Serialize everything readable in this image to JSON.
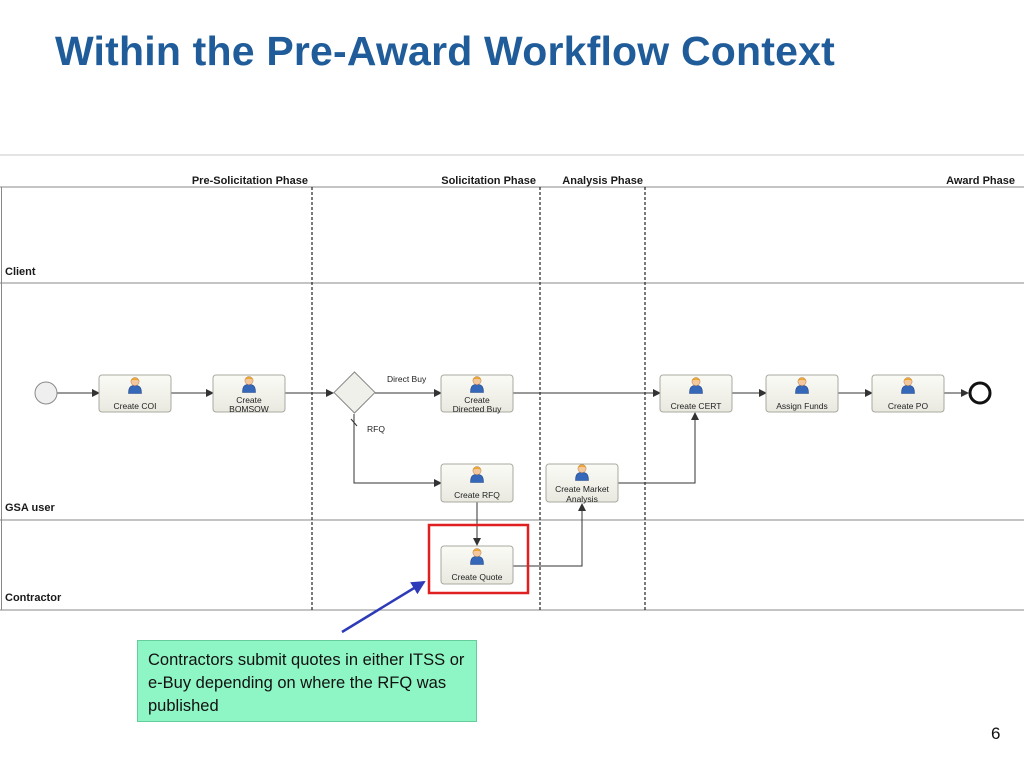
{
  "title": "Within the Pre-Award Workflow Context",
  "phases": [
    "Pre-Solicitation Phase",
    "Solicitation Phase",
    "Analysis Phase",
    "Award Phase"
  ],
  "lanes": [
    "Client",
    "GSA user",
    "Contractor"
  ],
  "tasks": {
    "create_coi": [
      "Create COI"
    ],
    "create_bomsow": [
      "Create",
      "BOMSOW"
    ],
    "create_directed_buy": [
      "Create",
      "Directed Buy"
    ],
    "create_cert": [
      "Create CERT"
    ],
    "assign_funds": [
      "Assign Funds"
    ],
    "create_po": [
      "Create PO"
    ],
    "create_rfq": [
      "Create RFQ"
    ],
    "create_market_analysis": [
      "Create Market",
      "Analysis"
    ],
    "create_quote": [
      "Create Quote"
    ]
  },
  "flow_labels": {
    "direct_buy": "Direct Buy",
    "rfq": "RFQ"
  },
  "callout": "Contractors submit quotes in either ITSS or e-Buy depending on where the RFQ was published",
  "page_number": "6",
  "colors": {
    "title": "#1f5c99",
    "highlight": "#e02020",
    "callout_bg": "#8ef5c4",
    "pointer_arrow": "#2e3bb8"
  },
  "icons": [
    "user-icon"
  ]
}
